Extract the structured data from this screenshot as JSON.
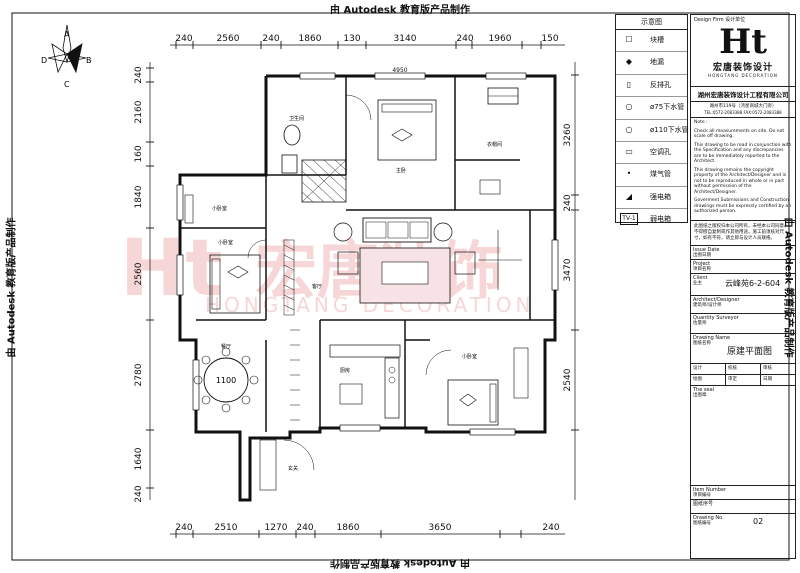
{
  "watermark_notice": "由 Autodesk 教育版产品制作",
  "watermark_brand": "HONGTANG DECORATION",
  "plan": {
    "dims_top": [
      "240",
      "2560",
      "240",
      "1860",
      "130",
      "3140",
      "240",
      "1960",
      "150"
    ],
    "dims_top_inner": "4950",
    "dims_bottom": [
      "240",
      "2510",
      "1270",
      "240",
      "1860",
      "3650",
      "240"
    ],
    "dims_left": [
      "240",
      "2160",
      "160",
      "1840",
      "2560",
      "2780",
      "1640",
      "240"
    ],
    "dims_right": [
      "3260",
      "240",
      "3470",
      "2540"
    ],
    "rooms": {
      "bathroom": "卫生间",
      "master_bedroom": "主卧",
      "walk_in_closet": "衣帽间",
      "small_bedroom_1": "小卧室",
      "small_bedroom_2": "小卧室",
      "living_room": "客厅",
      "dining_room": "餐厅",
      "kitchen": "厨房",
      "secondary_bedroom": "小卧室",
      "entrance": "玄关"
    },
    "dining_table": "1100",
    "compass_labels": [
      "A",
      "B",
      "C",
      "D"
    ]
  },
  "legend": {
    "title": "示意图",
    "items": [
      {
        "symbol": "☐",
        "label": "块槽"
      },
      {
        "symbol": "◆",
        "label": "地漏"
      },
      {
        "symbol": "▯",
        "label": "反排孔"
      },
      {
        "symbol": "○",
        "label": "ø75下水管"
      },
      {
        "symbol": "○",
        "label": "ø110下水管"
      },
      {
        "symbol": "▭",
        "label": "空调孔"
      },
      {
        "symbol": "•",
        "label": "煤气管"
      },
      {
        "symbol": "◢",
        "label": "强电箱"
      },
      {
        "symbol": "TV-1",
        "label": "弱电箱"
      }
    ]
  },
  "title_block": {
    "firm_label": "Design Firm  设计单位",
    "logo_glyph": "Ht",
    "logo_cn": "宏唐装饰设计",
    "logo_en": "HONGTANG DECORATION",
    "company": "湖州宏唐装饰设计工程有限公司",
    "address": "湖州市119号（鸿星商城大门旁）",
    "contact": "TEL:0572-2083388 FAX:0572-2083388",
    "note_label": "Note :",
    "notes": [
      "Check all measurements on site. Do not scale off drawing.",
      "This drawing to be read in conjunction with the Specification and any discrepancies are to be immediately reported to the Architect.",
      "This drawing remains the copyright property of the Architect/Designer and is not to be reproduced in whole or in part without permission of the Architect/Designer.",
      "Goverment Submissions and Construction drawings must be expressly certified by an authorized person."
    ],
    "cn_note": "此图纸之版权归本公司所有，未经本公司同意，不得擅自复制或作其他用途。施工前须核对尺寸，如有不符，请立即与设计人员联络。",
    "issue_date": "Issue Date",
    "issue_date_cn": "出图日期",
    "project": "Project",
    "project_cn": "项目名称",
    "client": "Client",
    "client_cn": "业主",
    "client_value": "云峰苑6-2-604",
    "designer": "Architect/Designer",
    "designer_cn": "建筑师/设计师",
    "qs": "Quantity Surveyor",
    "qs_cn": "估量师",
    "drawing": "Drawing Name",
    "drawing_cn": "图纸名称",
    "drawing_value": "原建平面图",
    "grid_row1": [
      "设计",
      "校核",
      "审核"
    ],
    "grid_row2": [
      "绘图",
      "审定",
      "日期"
    ],
    "seal": "The seal",
    "seal_cn": "出图章",
    "item_number": "Item Number",
    "item_number_cn": "项目编号",
    "drawing_no_cn": "图纸序号",
    "drawing_no": "Drawing No.",
    "drawing_no2_cn": "图纸编号",
    "drawing_no_value": "02"
  }
}
